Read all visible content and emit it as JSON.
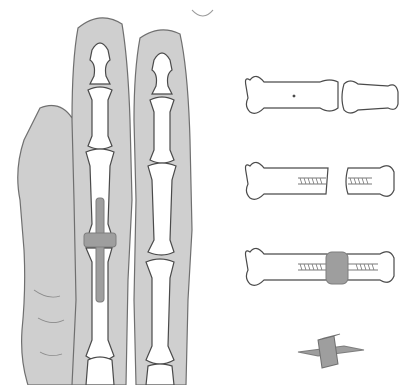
{
  "figure": {
    "description_visible_text": "",
    "palette": {
      "skin": "#cfcfcf",
      "skin_stroke": "#6f6f6f",
      "bone_fill": "#ffffff",
      "bone_stroke": "#4a4a4a",
      "implant": "#9e9e9e",
      "implant_dark": "#7d7d7d",
      "hatch": "#7a7a7a"
    },
    "panels": [
      {
        "id": "hand-illustration",
        "icon": "hand-with-implant-icon"
      },
      {
        "id": "step-1-intact-phalanges",
        "icon": "two-bones-icon"
      },
      {
        "id": "step-2-drilled-channels",
        "icon": "drilled-bones-icon"
      },
      {
        "id": "step-3-implant-inserted",
        "icon": "joined-bones-icon"
      },
      {
        "id": "step-4-implant-alone",
        "icon": "implant-icon"
      }
    ]
  }
}
